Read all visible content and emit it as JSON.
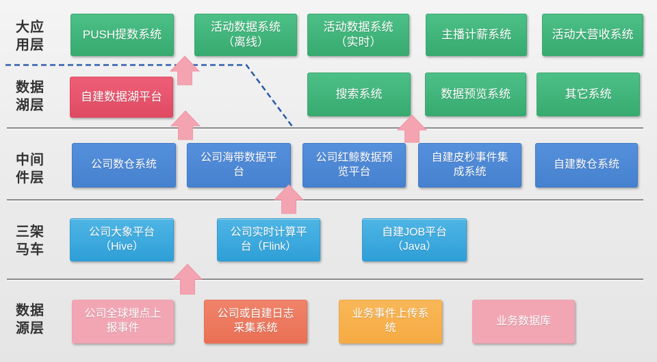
{
  "layers": [
    {
      "name": "app-layer",
      "label": "大应\n用层",
      "boxes": [
        {
          "label": "PUSH提数系统",
          "color": "#41b87c"
        },
        {
          "label": "活动数据系统\n（离线）",
          "color": "#41b87c"
        },
        {
          "label": "活动数据系统\n（实时）",
          "color": "#41b87c"
        },
        {
          "label": "主播计薪系统",
          "color": "#41b87c"
        },
        {
          "label": "活动大营收系统",
          "color": "#41b87c"
        }
      ]
    },
    {
      "name": "data-lake-layer",
      "label": "数据\n湖层",
      "boxes": [
        {
          "label": "自建数据湖平台",
          "color": "#e8556c"
        },
        {
          "label": "搜索系统",
          "color": "#41b87c"
        },
        {
          "label": "数据预览系统",
          "color": "#41b87c"
        },
        {
          "label": "其它系统",
          "color": "#41b87c"
        }
      ]
    },
    {
      "name": "middleware-layer",
      "label": "中间\n件层",
      "boxes": [
        {
          "label": "公司数仓系统",
          "color": "#4c87d4"
        },
        {
          "label": "公司海带数据平\n台",
          "color": "#4c87d4"
        },
        {
          "label": "公司红鲸数据预\n览平台",
          "color": "#4c87d4"
        },
        {
          "label": "自建皮秒事件集\n成系统",
          "color": "#4c87d4"
        },
        {
          "label": "自建数仓系统",
          "color": "#4c87d4"
        }
      ]
    },
    {
      "name": "troika-layer",
      "label": "三架\n马车",
      "boxes": [
        {
          "label": "公司大象平台\n（Hive）",
          "color": "#3aa9dd"
        },
        {
          "label": "公司实时计算平\n台（Flink）",
          "color": "#3aa9dd"
        },
        {
          "label": "自建JOB平台\n（Java）",
          "color": "#3aa9dd"
        }
      ]
    },
    {
      "name": "data-source-layer",
      "label": "数据\n源层",
      "boxes": [
        {
          "label": "公司全球埋点上\n报事件",
          "color": "#f2a6b4"
        },
        {
          "label": "公司或自建日志\n采集系统",
          "color": "#ee7a60"
        },
        {
          "label": "业务事件上传系\n统",
          "color": "#f7b04e"
        },
        {
          "label": "业务数据库",
          "color": "#f2a6b4"
        }
      ]
    }
  ],
  "icons": {
    "up_arrow": "up-arrow",
    "arrow_count": 5,
    "dashed_boundary": "dashed-boundary-line"
  },
  "colors": {
    "green": "#41b87c",
    "red": "#e8556c",
    "blue": "#4c87d4",
    "cyan": "#3aa9dd",
    "pink": "#f2a6b4",
    "salmon": "#ee7a60",
    "amber": "#f7b04e",
    "arrow_pink": "#f4a3b1",
    "dashed_line_blue": "#2b5cab",
    "divider_gray": "#8a8a8a",
    "label_text": "#333333",
    "box_text": "#ffffff"
  }
}
